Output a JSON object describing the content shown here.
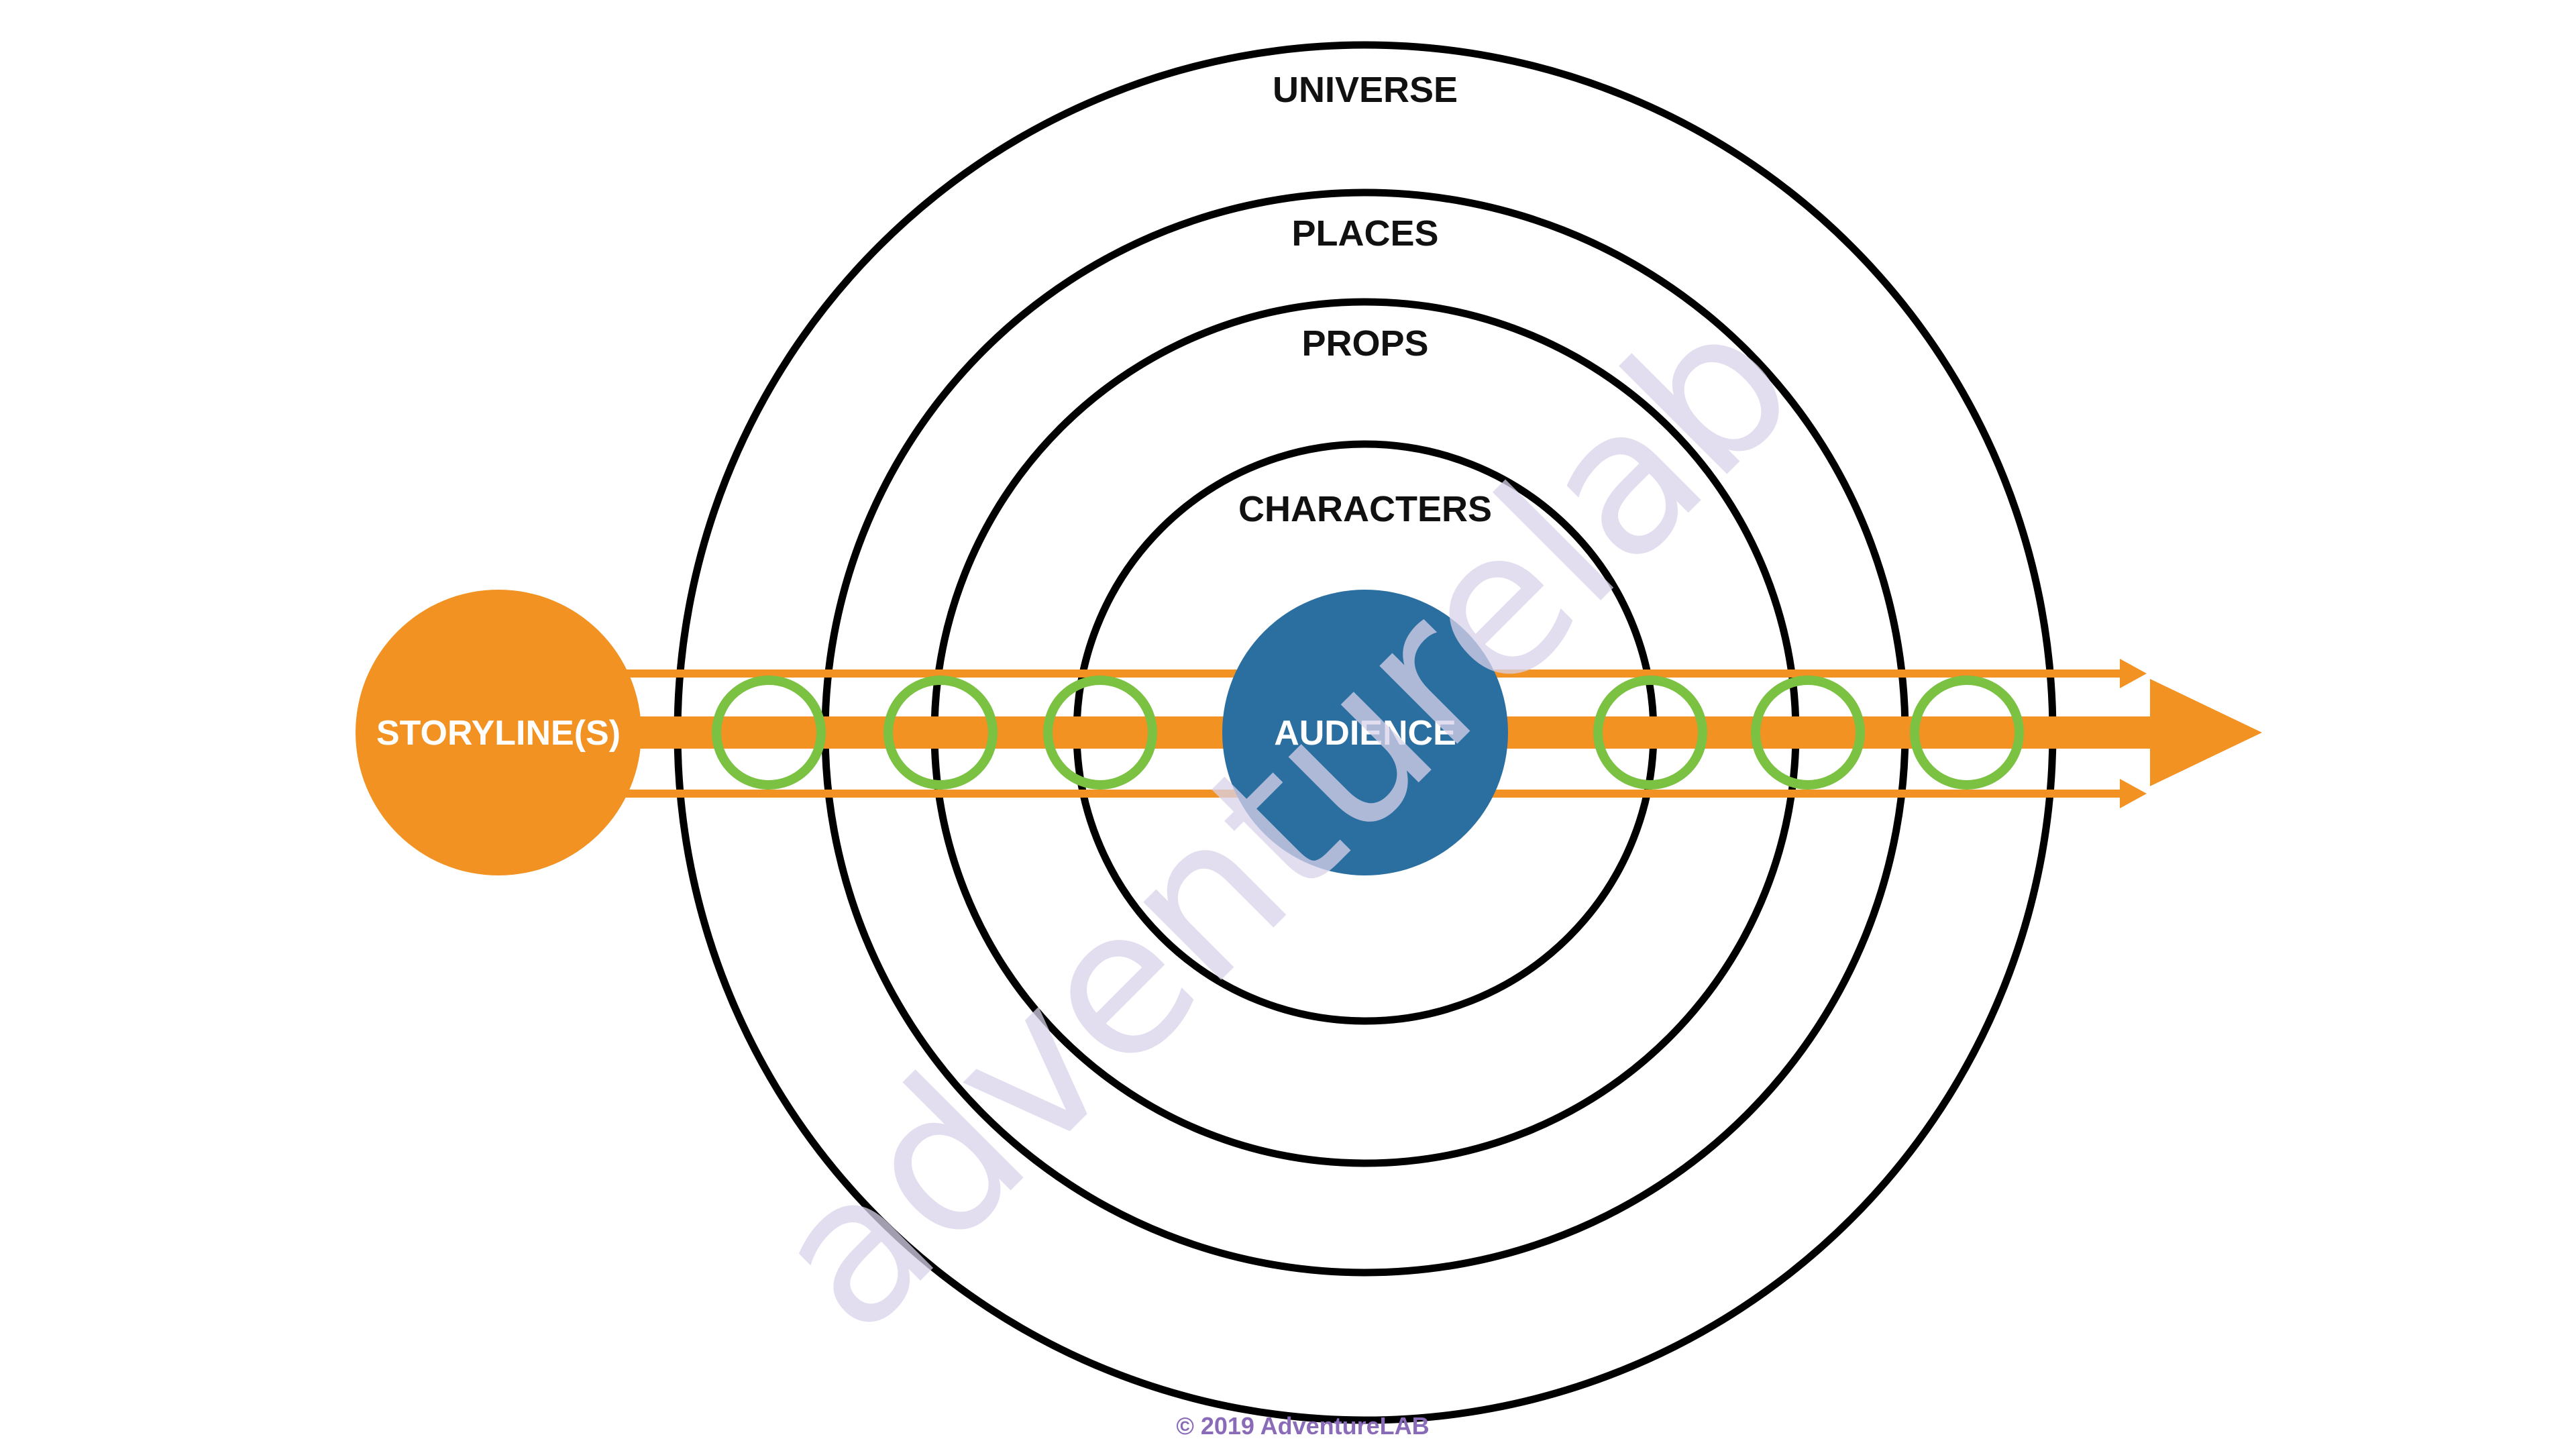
{
  "rings": {
    "universe_label": "UNIVERSE",
    "places_label": "PLACES",
    "props_label": "PROPS",
    "characters_label": "CHARACTERS"
  },
  "nodes": {
    "storyline_label": "STORYLINE(S)",
    "audience_label": "AUDIENCE"
  },
  "footer": {
    "copyright": "© 2019 AdventureLAB"
  },
  "watermark": {
    "text": "adventurelab"
  },
  "colors": {
    "ring_stroke": "#000000",
    "storyline_orange": "#F29222",
    "arrow_orange": "#F29222",
    "audience_blue": "#2B6FA0",
    "touchpoint_green": "#7BC142",
    "watermark_lavender": "#D9D2EA",
    "copyright_purple": "#8A6BB8"
  }
}
